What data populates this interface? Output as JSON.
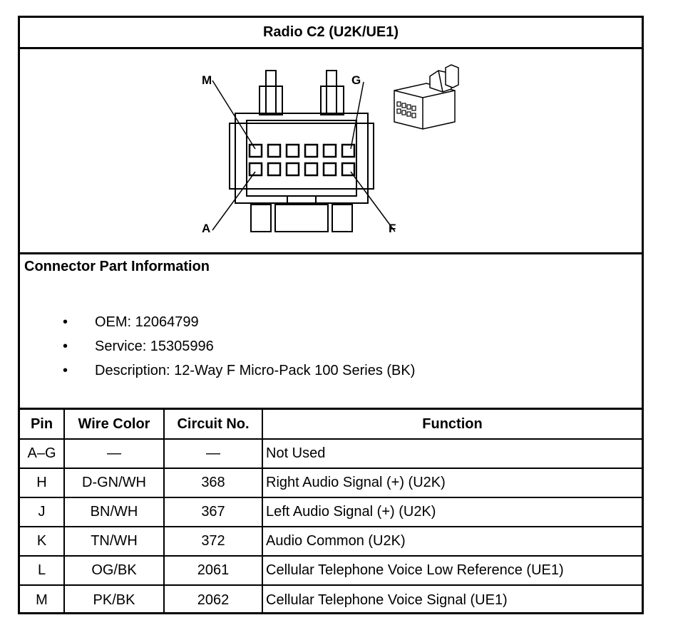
{
  "title": "Radio C2 (U2K/UE1)",
  "diagram": {
    "labels": {
      "top_left": "M",
      "top_right": "G",
      "bottom_left": "A",
      "bottom_right": "F"
    },
    "icons": [
      "connector-face-icon",
      "connector-perspective-icon"
    ]
  },
  "info": {
    "heading": "Connector Part Information",
    "items": [
      {
        "bullet": "•",
        "text": "OEM: 12064799"
      },
      {
        "bullet": "•",
        "text": "Service: 15305996"
      },
      {
        "bullet": "•",
        "text": "Description: 12-Way F Micro-Pack 100 Series (BK)"
      }
    ]
  },
  "table": {
    "headers": {
      "pin": "Pin",
      "wire": "Wire Color",
      "circuit": "Circuit No.",
      "function": "Function"
    },
    "rows": [
      {
        "pin": "A–G",
        "wire": "—",
        "circuit": "—",
        "function": "Not Used"
      },
      {
        "pin": "H",
        "wire": "D-GN/WH",
        "circuit": "368",
        "function": "Right Audio Signal (+) (U2K)"
      },
      {
        "pin": "J",
        "wire": "BN/WH",
        "circuit": "367",
        "function": "Left Audio Signal (+) (U2K)"
      },
      {
        "pin": "K",
        "wire": "TN/WH",
        "circuit": "372",
        "function": "Audio Common (U2K)"
      },
      {
        "pin": "L",
        "wire": "OG/BK",
        "circuit": "2061",
        "function": "Cellular Telephone Voice Low Reference (UE1)"
      },
      {
        "pin": "M",
        "wire": "PK/BK",
        "circuit": "2062",
        "function": "Cellular Telephone Voice Signal (UE1)"
      }
    ]
  }
}
